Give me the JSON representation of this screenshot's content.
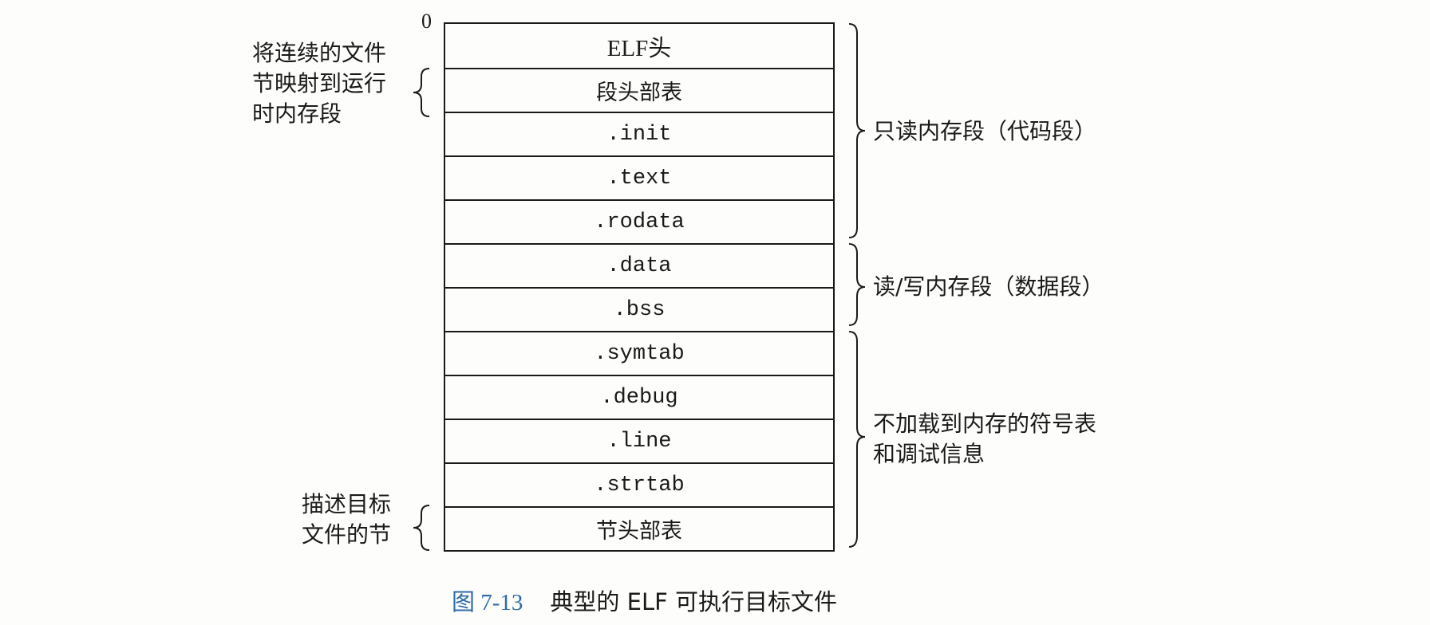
{
  "zero_label": "0",
  "sections": [
    {
      "label": "ELF头",
      "style": "serif"
    },
    {
      "label": "段头部表",
      "style": "cjk"
    },
    {
      "label": ".init",
      "style": "mono"
    },
    {
      "label": ".text",
      "style": "mono"
    },
    {
      "label": ".rodata",
      "style": "mono"
    },
    {
      "label": ".data",
      "style": "mono"
    },
    {
      "label": ".bss",
      "style": "mono"
    },
    {
      "label": ".symtab",
      "style": "mono"
    },
    {
      "label": ".debug",
      "style": "mono"
    },
    {
      "label": ".line",
      "style": "mono"
    },
    {
      "label": ".strtab",
      "style": "mono"
    },
    {
      "label": "节头部表",
      "style": "cjk"
    }
  ],
  "left_labels": {
    "map_segments": "将连续的文件\n节映射到运行\n时内存段",
    "describe_sections": "描述目标\n文件的节"
  },
  "right_labels": {
    "readonly_segment": "只读内存段（代码段）",
    "readwrite_segment": "读/写内存段（数据段）",
    "not_loaded": "不加载到内存的符号表\n和调试信息"
  },
  "caption": {
    "figure_number": "图 7-13",
    "title": "典型的 ELF 可执行目标文件"
  },
  "colors": {
    "caption_number": "#2f6aa6",
    "line": "#1a1a1a"
  }
}
